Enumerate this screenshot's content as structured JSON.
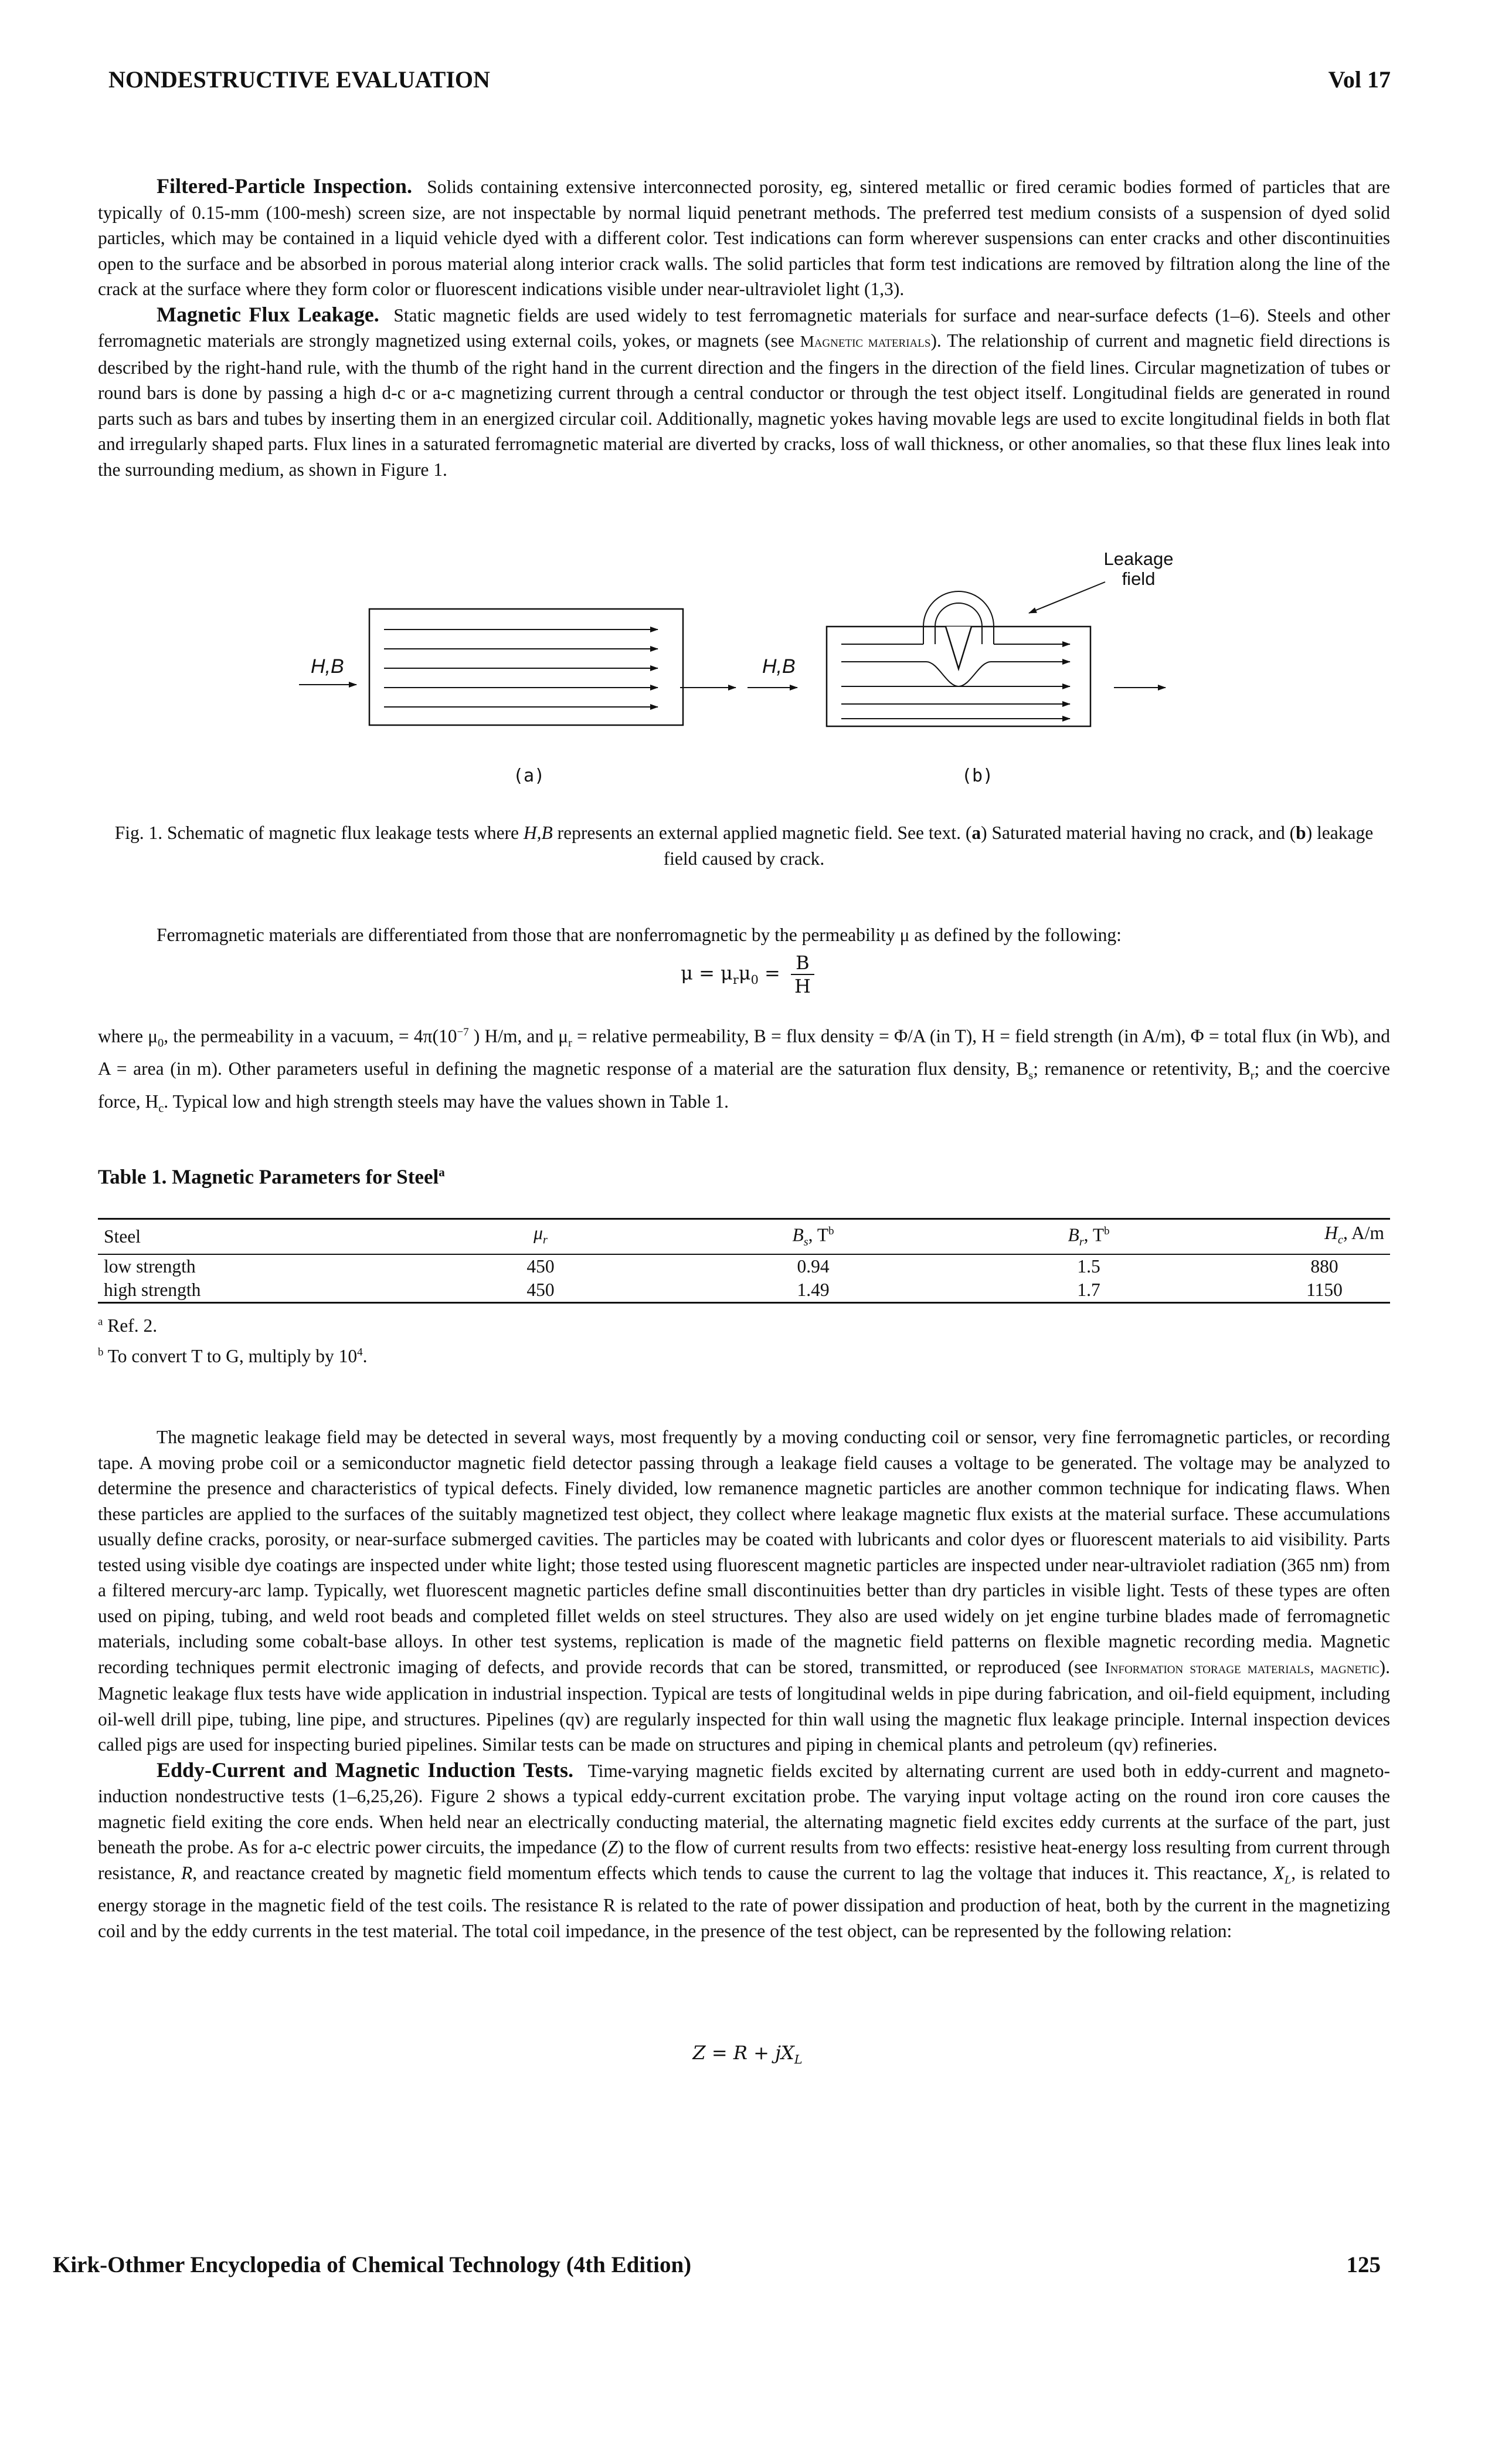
{
  "header": {
    "title": "NONDESTRUCTIVE EVALUATION",
    "volume": "Vol 17"
  },
  "sections": {
    "filtered": {
      "heading": "Filtered-Particle Inspection.",
      "text": "Solids containing extensive interconnected porosity, eg, sintered metallic or fired ceramic bodies formed of particles that are typically of 0.15-mm (100-mesh) screen size, are not inspectable by normal liquid penetrant methods. The preferred test medium consists of a suspension of dyed solid particles, which may be contained in a liquid vehicle dyed with a different color. Test indications can form wherever suspensions can enter cracks and other discontinuities open to the surface and be absorbed in porous material along interior crack walls. The solid particles that form test indications are removed by filtration along the line of the crack at the surface where they form color or fluorescent indications visible under near-ultraviolet light (1,3)."
    },
    "flux": {
      "heading": "Magnetic Flux Leakage.",
      "text_a": "Static magnetic fields are used widely to test ferromagnetic materials for surface and near-surface defects (1–6). Steels and other ferromagnetic materials are strongly magnetized using external coils, yokes, or magnets (see ",
      "xref": "Magnetic materials",
      "text_b": "). The relationship of current and magnetic field directions is described by the right-hand rule, with the thumb of the right hand in the current direction and the fingers in the direction of the field lines. Circular magnetization of tubes or round bars is done by passing a high d-c or a-c magnetizing current through a central conductor or through the test object itself. Longitudinal fields are generated in round parts such as bars and tubes by inserting them in an energized circular coil. Additionally, magnetic yokes having movable legs are used to excite longitudinal fields in both flat and irregularly shaped parts. Flux lines in a saturated ferromagnetic material are diverted by cracks, loss of wall thickness, or other anomalies, so that these flux lines leak into the surrounding medium, as shown in Figure 1."
    },
    "figure1": {
      "hb_label": "H,B",
      "panel_a": "(a)",
      "panel_b": "(b)",
      "leakage_line1": "Leakage",
      "leakage_line2": "field",
      "caption_a": "Fig. 1. Schematic of magnetic flux leakage tests where ",
      "caption_hb": "H,B",
      "caption_b": " represents an external applied magnetic field. See text. (",
      "caption_a_letter": "a",
      "caption_c": ") Saturated material having no crack, and (",
      "caption_b_letter": "b",
      "caption_d": ") leakage field caused by crack."
    },
    "permeability": {
      "intro": "Ferromagnetic materials are differentiated from those that are nonferromagnetic by the permeability μ as defined by the following:",
      "eq_lhs": "μ = μ",
      "eq_mid": "μ",
      "eq_eq": " =",
      "eq_num": "B",
      "eq_den": "H",
      "where_1": "where μ",
      "where_2": ", the permeability in a vacuum, = 4π(10",
      "where_exp": "−7",
      "where_3": " ) H/m, and μ",
      "where_4": " = relative permeability, B = flux density = Φ/A (in T), H = field strength (in A/m), Φ = total flux (in Wb), and A = area (in m). Other parameters useful in defining the magnetic response of a material are the saturation flux density, B",
      "where_5": "; remanence or retentivity, B",
      "where_6": "; and the coercive force, H",
      "where_7": ". Typical low and high strength steels may have the values shown in Table 1."
    }
  },
  "table1": {
    "title": "Table 1. Magnetic Parameters for Steel",
    "title_sup": "a",
    "headers": [
      "Steel",
      "μ",
      "B",
      "B",
      "H"
    ],
    "rows": [
      [
        "low strength",
        "450",
        "0.94",
        "1.5",
        "880"
      ],
      [
        "high strength",
        "450",
        "1.49",
        "1.7",
        "1150"
      ]
    ],
    "note_a": "Ref. 2.",
    "note_b": "To convert T to G, multiply by 10"
  },
  "detection": {
    "text_a": "The magnetic leakage field may be detected in several ways, most frequently by a moving conducting coil or sensor, very fine ferromagnetic particles, or recording tape. A moving probe coil or a semiconductor magnetic field detector passing through a leakage field causes a voltage to be generated. The voltage may be analyzed to determine the presence and characteristics of typical defects. Finely divided, low remanence magnetic particles are another common technique for indicating flaws. When these particles are applied to the surfaces of the suitably magnetized test object, they collect where leakage magnetic flux exists at the material surface. These accumulations usually define cracks, porosity, or near-surface submerged cavities. The particles may be coated with lubricants and color dyes or fluorescent materials to aid visibility. Parts tested using visible dye coatings are inspected under white light; those tested using fluorescent magnetic particles are inspected under near-ultraviolet radiation (365 nm) from a filtered mercury-arc lamp. Typically, wet fluorescent magnetic particles define small discontinuities better than dry particles in visible light. Tests of these types are often used on piping, tubing, and weld root beads and completed fillet welds on steel structures. They also are used widely on jet engine turbine blades made of ferromagnetic materials, including some cobalt-base alloys. In other test systems, replication is made of the magnetic field patterns on flexible magnetic recording media. Magnetic recording techniques permit electronic imaging of defects, and provide records that can be stored, transmitted, or reproduced (see ",
    "xref": "Information storage materials, magnetic",
    "text_b": "). Magnetic leakage flux tests have wide application in industrial inspection. Typical are tests of longitudinal welds in pipe during fabrication, and oil-field equipment, including oil-well drill pipe, tubing, line pipe, and structures. Pipelines (qv) are regularly inspected for thin wall using the magnetic flux leakage principle. Internal inspection devices called pigs are used for inspecting buried pipelines. Similar tests can be made on structures and piping in chemical plants and petroleum (qv) refineries."
  },
  "eddy": {
    "heading": "Eddy-Current and Magnetic Induction Tests.",
    "text_a": "Time-varying magnetic fields excited by alternating current are used both in eddy-current and magneto-induction nondestructive tests (1–6,25,26). Figure 2 shows a typical eddy-current excitation probe. The varying input voltage acting on the round iron core causes the magnetic field exiting the core ends. When held near an electrically conducting material, the alternating magnetic field excites eddy currents at the surface of the part, just beneath the probe. As for a-c electric power circuits, the impedance (",
    "z": "Z",
    "text_b": ") to the flow of current results from two effects: resistive heat-energy loss resulting from current through resistance, ",
    "r": "R",
    "text_c": ", and reactance created by magnetic field momentum effects which tends to cause the current to lag the voltage that induces it. This reactance, ",
    "xl": "X",
    "text_d": ", is related to energy storage in the magnetic field of the test coils. The resistance R is related to the rate of power dissipation and production of heat, both by the current in the magnetizing coil and by the eddy currents in the test material. The total coil impedance, in the presence of the test object, can be represented by the following relation:",
    "equation": "Z = R + jX"
  },
  "footer": {
    "source": "Kirk-Othmer Encyclopedia of Chemical Technology (4th Edition)",
    "page": "125"
  }
}
